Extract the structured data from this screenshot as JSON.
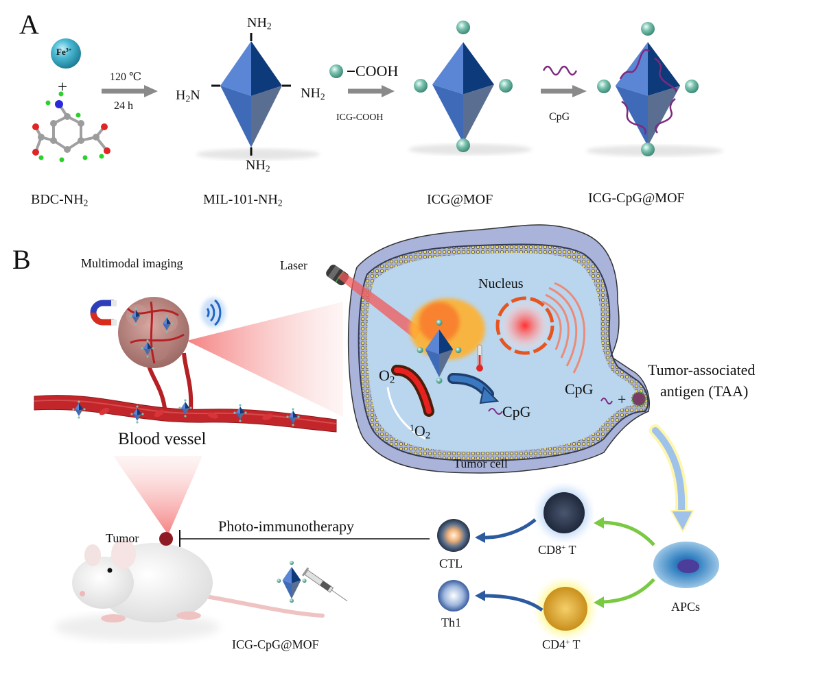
{
  "panel_a": {
    "letter": "A",
    "fe_ion": {
      "base": "Fe",
      "charge": "3+"
    },
    "plus_sign": "+",
    "step1": {
      "top": "120 ℃",
      "bottom": "24 h"
    },
    "ligand_label": {
      "base": "BDC-NH",
      "sub": "2"
    },
    "mof_groups": {
      "top": {
        "base": "NH",
        "sub": "2"
      },
      "left": {
        "pre": "H",
        "sub": "2",
        "post": "N"
      },
      "right": {
        "base": "NH",
        "sub": "2"
      },
      "bottom": {
        "base": "NH",
        "sub": "2"
      }
    },
    "mof_label": {
      "base": "MIL-101-NH",
      "sub": "2"
    },
    "step2": {
      "reagent_group": "COOH",
      "bottom": "ICG-COOH"
    },
    "icg_mof_label": "ICG@MOF",
    "step3": {
      "bottom": "CpG"
    },
    "final_label": "ICG-CpG@MOF"
  },
  "panel_b": {
    "letter": "B",
    "multimodal_imaging": "Multimodal imaging",
    "laser": "Laser",
    "blood_vessel": "Blood vessel",
    "nucleus": "Nucleus",
    "o2": {
      "base": "O",
      "sub": "2"
    },
    "singlet_o2": {
      "sup": "1",
      "base": "O",
      "sub": "2"
    },
    "cpg_release": "CpG",
    "cpg_right": "CpG",
    "plus_sign": "+",
    "taa_line1": "Tumor-associated",
    "taa_line2": "antigen (TAA)",
    "tumor_cell": "Tumor cell",
    "tumor": "Tumor",
    "therapy": "Photo-immunotherapy",
    "injected_agent": "ICG-CpG@MOF",
    "cells": {
      "ctl": "CTL",
      "th1": "Th1",
      "cd8": {
        "base": "CD8",
        "sup": "+",
        "post": " T"
      },
      "cd4": {
        "base": "CD4",
        "sup": "+",
        "post": " T"
      },
      "apcs": "APCs"
    }
  },
  "colors": {
    "octa_light": "#5b86d6",
    "octa_mid": "#3f6ab8",
    "octa_dark": "#0d3a7a",
    "octa_gray": "#5a6e92",
    "arrow_gray": "#8a8a8a",
    "icg_bead": "#7cc2b0",
    "fe_ball": "#4bb9d3",
    "cpg_strand": "#7d2a7d",
    "cell_fill": "#b9d6ee",
    "cell_outer": "#aab3d9",
    "membrane_dot": "#e8d96a",
    "membrane_line": "#333a55",
    "laser_red": "#f25a5a",
    "vessel_red": "#c2262a",
    "green_arrow": "#7ac943",
    "blue_arrow": "#2c5aa0"
  }
}
